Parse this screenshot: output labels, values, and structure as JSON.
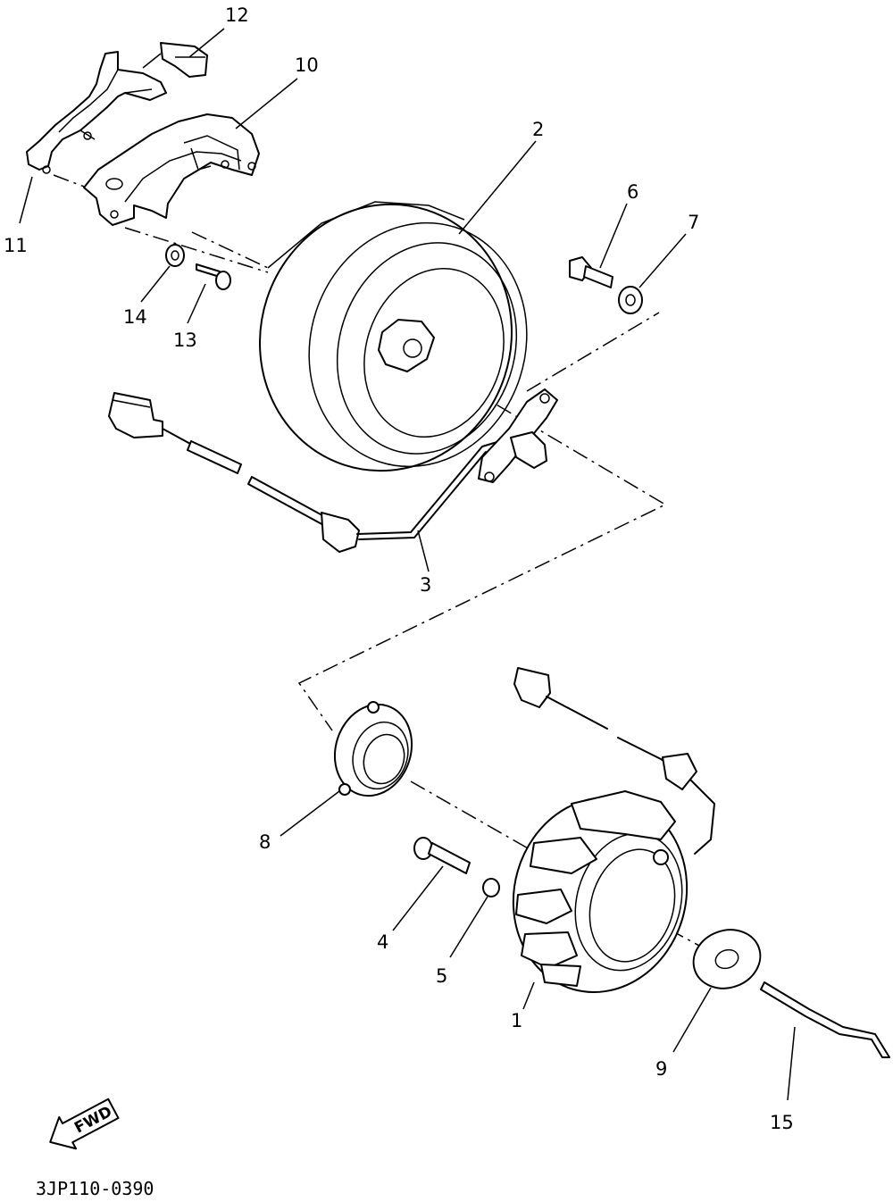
{
  "callouts": {
    "c1": "1",
    "c2": "2",
    "c3": "3",
    "c4": "4",
    "c5": "5",
    "c6": "6",
    "c7": "7",
    "c8": "8",
    "c9": "9",
    "c10": "10",
    "c11": "11",
    "c12": "12",
    "c13": "13",
    "c14": "14",
    "c15": "15"
  },
  "fwd_label": "FWD",
  "diagram_code": "3JP110-0390"
}
